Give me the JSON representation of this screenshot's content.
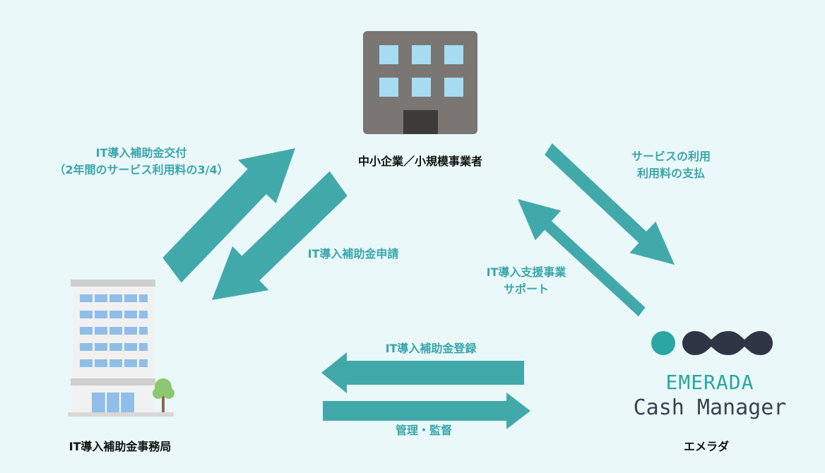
{
  "nodes": {
    "sme": "中小企業／小規模事業者",
    "office": "IT導入補助金事務局",
    "emerada": "エメラダ"
  },
  "logo": {
    "line1": "EMERADA",
    "line2": "Cash Manager"
  },
  "edges": {
    "grant_line1": "IT導入補助金交付",
    "grant_line2": "（2年間のサービス利用料の3/4）",
    "apply": "IT導入補助金申請",
    "service_line1": "サービスの利用",
    "service_line2": "利用料の支払",
    "support_line1": "IT導入支援事業",
    "support_line2": "サポート",
    "register": "IT導入補助金登録",
    "manage": "管理・監督"
  },
  "colors": {
    "background": "#eaf8fa",
    "arrow": "#42a9ab",
    "label": "#3aa6ab",
    "logo_teal": "#2aa6a3",
    "logo_dark": "#2f3545"
  }
}
